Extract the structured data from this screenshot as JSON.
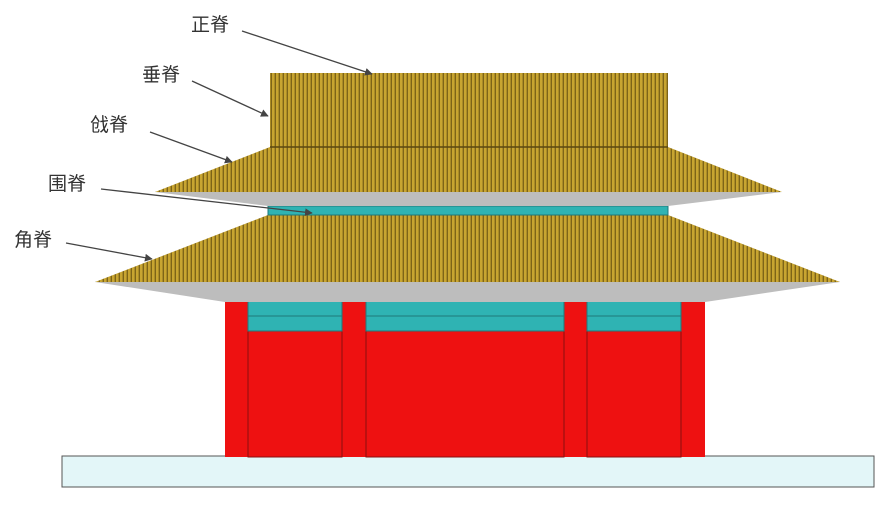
{
  "labels": {
    "zhengji": "正脊",
    "chuiji": "垂脊",
    "qiangji": "戗脊",
    "weiji": "围脊",
    "jiaoji": "角脊"
  },
  "colors": {
    "roof_tile": "#c8a531",
    "roof_stripe": "#7d6418",
    "underside": "#bdbdbd",
    "frieze": "#2fb3b3",
    "wall": "#ee1111",
    "wall_outline": "#8a1010",
    "platform": "#e3f6f8",
    "pointer": "#444444"
  }
}
